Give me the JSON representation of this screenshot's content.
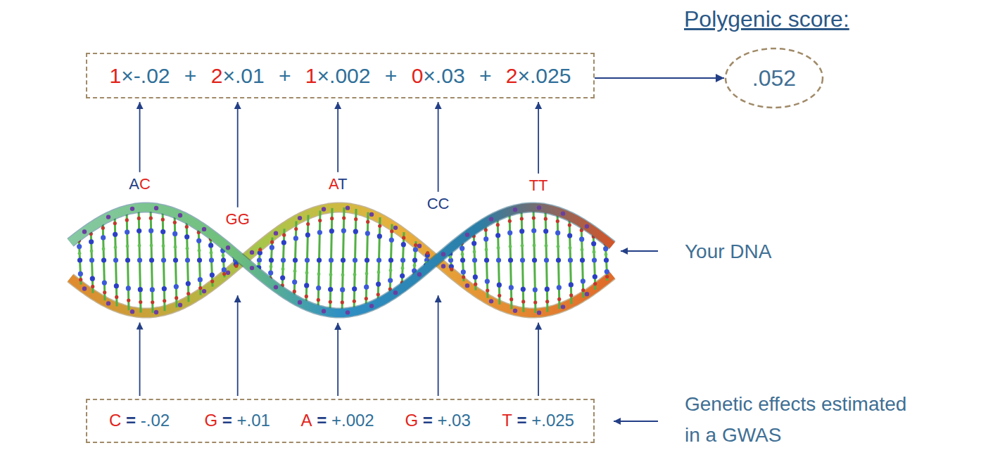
{
  "diagram": {
    "title": "Polygenic score:",
    "nodes": [
      {
        "text": [
          "1×-.02 + 2×.01 + 1×.002 + 0×.03 + 2×.025"
        ]
      },
      {
        "text": [
          ".052"
        ]
      },
      {
        "text": [
          "C = -.02",
          "G = +.01",
          "A = +.002",
          "G = +.03",
          "T = +.025"
        ]
      }
    ],
    "edges": [
      {
        "from": 0,
        "to": 1,
        "arrow": "to"
      }
    ],
    "labels": [
      "AC",
      "GG",
      "AT",
      "CC",
      "TT",
      "Your DNA",
      "Genetic effects estimated in a GWAS"
    ]
  }
}
